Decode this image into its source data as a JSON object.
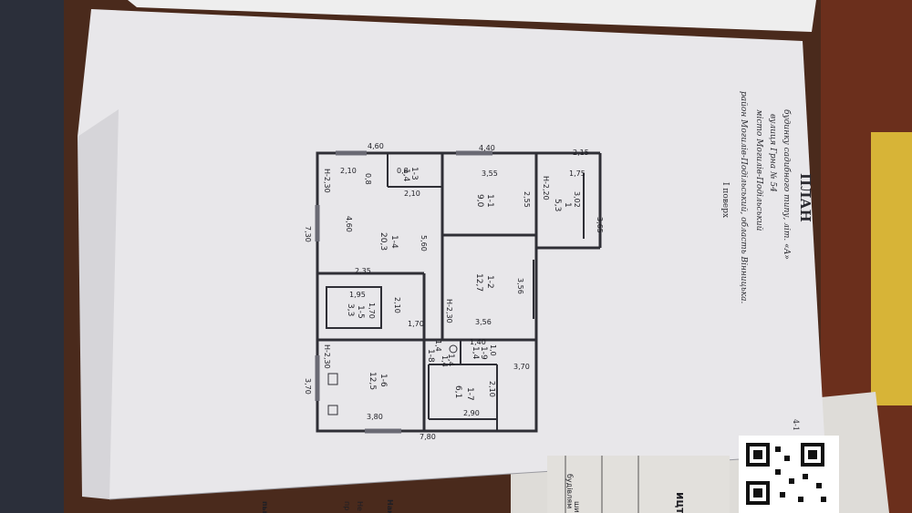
{
  "header": {
    "title": "ПЛАН",
    "line1": "будинку садибного типу, літ. «А»",
    "street": "вулиця  Грна  № 54",
    "city": "місто  Могилів-Подільський",
    "district": "район  Могилів-Подільський, область  Вінницька.",
    "floor": "I поверх"
  },
  "page_mark": "4-1",
  "dims": {
    "d_460": "4,60",
    "d_440": "4,40",
    "d_215": "2,15",
    "d_365": "3,65",
    "d_210a": "2,10",
    "d_08a": "0,8",
    "d_08b": "0,8",
    "d_355": "3,55",
    "d_175": "1,75",
    "d_302": "3,02",
    "d_h220": "H-2,20",
    "d_255": "2,55",
    "d_h230a": "H-2,30",
    "d_460b": "4,60",
    "d_560": "5,60",
    "d_210b": "2,10",
    "d_730": "7,30",
    "d_235": "2,35",
    "d_356a": "3,56",
    "d_195": "1,95",
    "d_170a": "1,70",
    "d_210c": "2,10",
    "d_h230b": "H-2,30",
    "d_356b": "3,56",
    "d_170b": "1,70",
    "d_14a": "1,4",
    "d_14b": "1,4",
    "d_140": "1,40",
    "d_10": "1,0",
    "d_h230c": "H-2,30",
    "d_370a": "3,70",
    "d_370b": "3,70",
    "d_210d": "2,10",
    "d_290": "2,90",
    "d_380": "3,80",
    "d_780": "7,80"
  },
  "rooms": {
    "r1_3": {
      "id": "1-3",
      "area": "1,4"
    },
    "r1_1": {
      "id": "1-1",
      "area": "9,0"
    },
    "r1": {
      "id": "1",
      "area": "5,3"
    },
    "r1_4": {
      "id": "1-4",
      "area": "20,3"
    },
    "r1_2": {
      "id": "1-2",
      "area": "12,7"
    },
    "r1_5": {
      "id": "1-5",
      "area": "3,3"
    },
    "r1_8": {
      "id": "1-8",
      "area": "1,4"
    },
    "r1_9": {
      "id": "1-9",
      "area": "1,4"
    },
    "r1_6": {
      "id": "1-6",
      "area": "12,5"
    },
    "r1_7": {
      "id": "1-7",
      "area": "6,1"
    }
  },
  "form": {
    "bottom_title": "ицтва",
    "cell1": "будівлям",
    "cell2": "Нак",
    "cell3": "Не",
    "cell4": "пр",
    "cell5": "ши",
    "left_label": "пьни"
  }
}
